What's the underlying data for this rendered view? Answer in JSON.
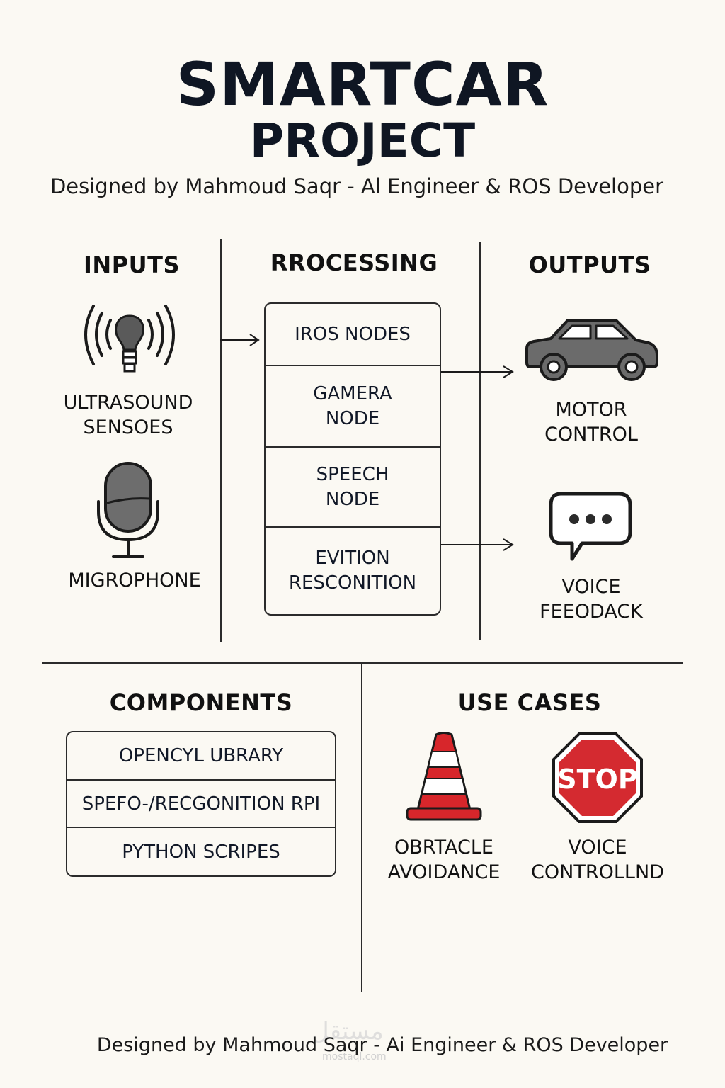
{
  "header": {
    "title_line1": "SMARTCAR",
    "title_line2": "PROJECT",
    "subtitle": "Designed by Mahmoud Saqr - Al Engineer & ROS Developer"
  },
  "inputs": {
    "heading": "INPUTS",
    "items": [
      {
        "label_line1": "ULTRASOUND",
        "label_line2": "SENSOES",
        "icon": "ultrasound-sensor-icon"
      },
      {
        "label_line1": "MIGROPHONE",
        "icon": "microphone-icon"
      }
    ]
  },
  "processing": {
    "heading": "RROCESSING",
    "nodes": [
      {
        "line1": "IROS NODES",
        "line2": ""
      },
      {
        "line1": "GAMERA",
        "line2": "NODE"
      },
      {
        "line1": "SPEECH",
        "line2": "NODE"
      },
      {
        "line1": "EVITION",
        "line2": "RESCONITION"
      }
    ]
  },
  "outputs": {
    "heading": "OUTPUTS",
    "items": [
      {
        "label_line1": "MOTOR",
        "label_line2": "CONTROL",
        "icon": "car-icon"
      },
      {
        "label_line1": "VOICE",
        "label_line2": "FEEODACK",
        "icon": "speech-bubble-icon"
      }
    ]
  },
  "components": {
    "heading": "COMPONENTS",
    "items": [
      "OPENCYL UBRARY",
      "SPEFO-/RECGONITION RPI",
      "PYTHON SCRIPES"
    ]
  },
  "use_cases": {
    "heading": "USE CASES",
    "items": [
      {
        "label_line1": "OBRTACLE",
        "label_line2": "AVOIDANCE",
        "icon": "traffic-cone-icon"
      },
      {
        "label_line1": "VOICE",
        "label_line2": "CONTROLLND",
        "icon": "stop-sign-icon",
        "sign_text": "STOP"
      }
    ]
  },
  "footer": {
    "text": "Designed by Mahmoud Saqr - Ai Engineer & ROS Developer",
    "watermark": "مستقل",
    "watermark_sub": "mostaql.com"
  },
  "colors": {
    "ink": "#111827",
    "background": "#fbf9f3",
    "icon_gray": "#6b6b6b",
    "stop_red": "#d42a30",
    "cone_red": "#d7262b"
  }
}
